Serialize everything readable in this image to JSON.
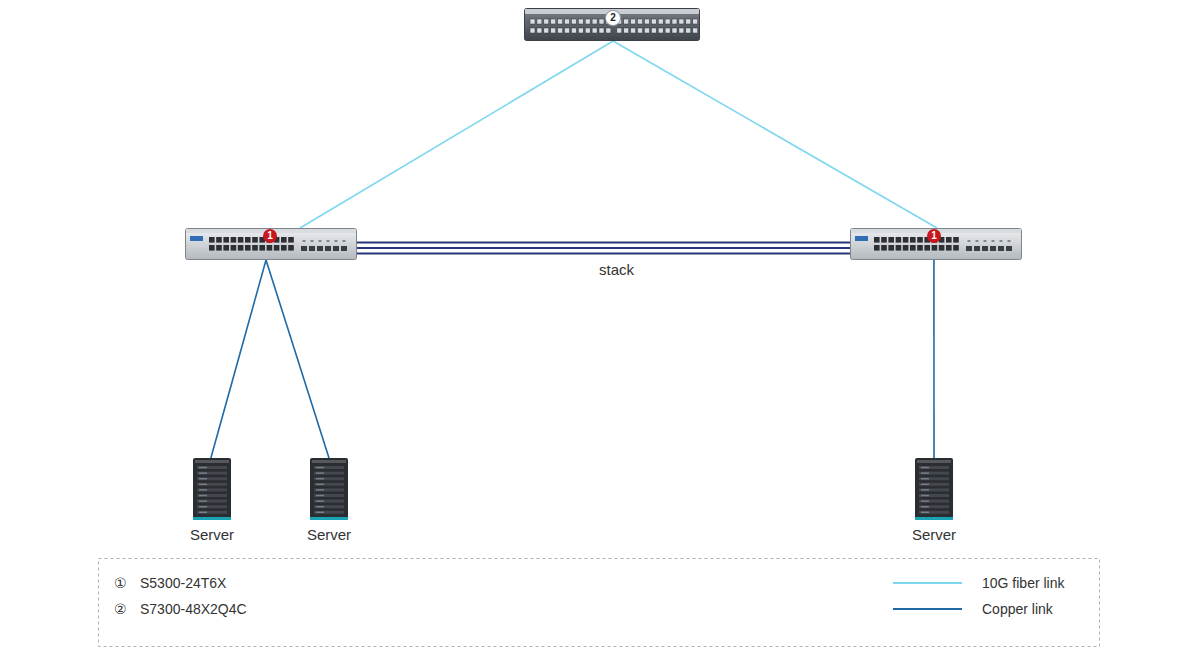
{
  "diagram": {
    "nodes": [
      {
        "text": [
          "2"
        ]
      },
      {
        "text": [
          "1"
        ]
      },
      {
        "text": [
          "1"
        ]
      },
      {
        "text": [
          "Server"
        ]
      },
      {
        "text": [
          "Server"
        ]
      },
      {
        "text": [
          "Server"
        ]
      }
    ],
    "edges": [
      {
        "from": 0,
        "to": 1,
        "arrow": "none"
      },
      {
        "from": 0,
        "to": 2,
        "arrow": "none"
      },
      {
        "from": 1,
        "to": 2,
        "label": "stack",
        "arrow": "none"
      },
      {
        "from": 1,
        "to": 3,
        "arrow": "none"
      },
      {
        "from": 1,
        "to": 4,
        "arrow": "none"
      },
      {
        "from": 2,
        "to": 5,
        "arrow": "none"
      }
    ],
    "labels": [
      "①",
      "②"
    ],
    "legend": [
      {
        "text": "S5300-24T6X"
      },
      {
        "text": "S7300-48X2Q4C"
      },
      {
        "text": "10G fiber link"
      },
      {
        "text": "Copper link"
      }
    ]
  }
}
